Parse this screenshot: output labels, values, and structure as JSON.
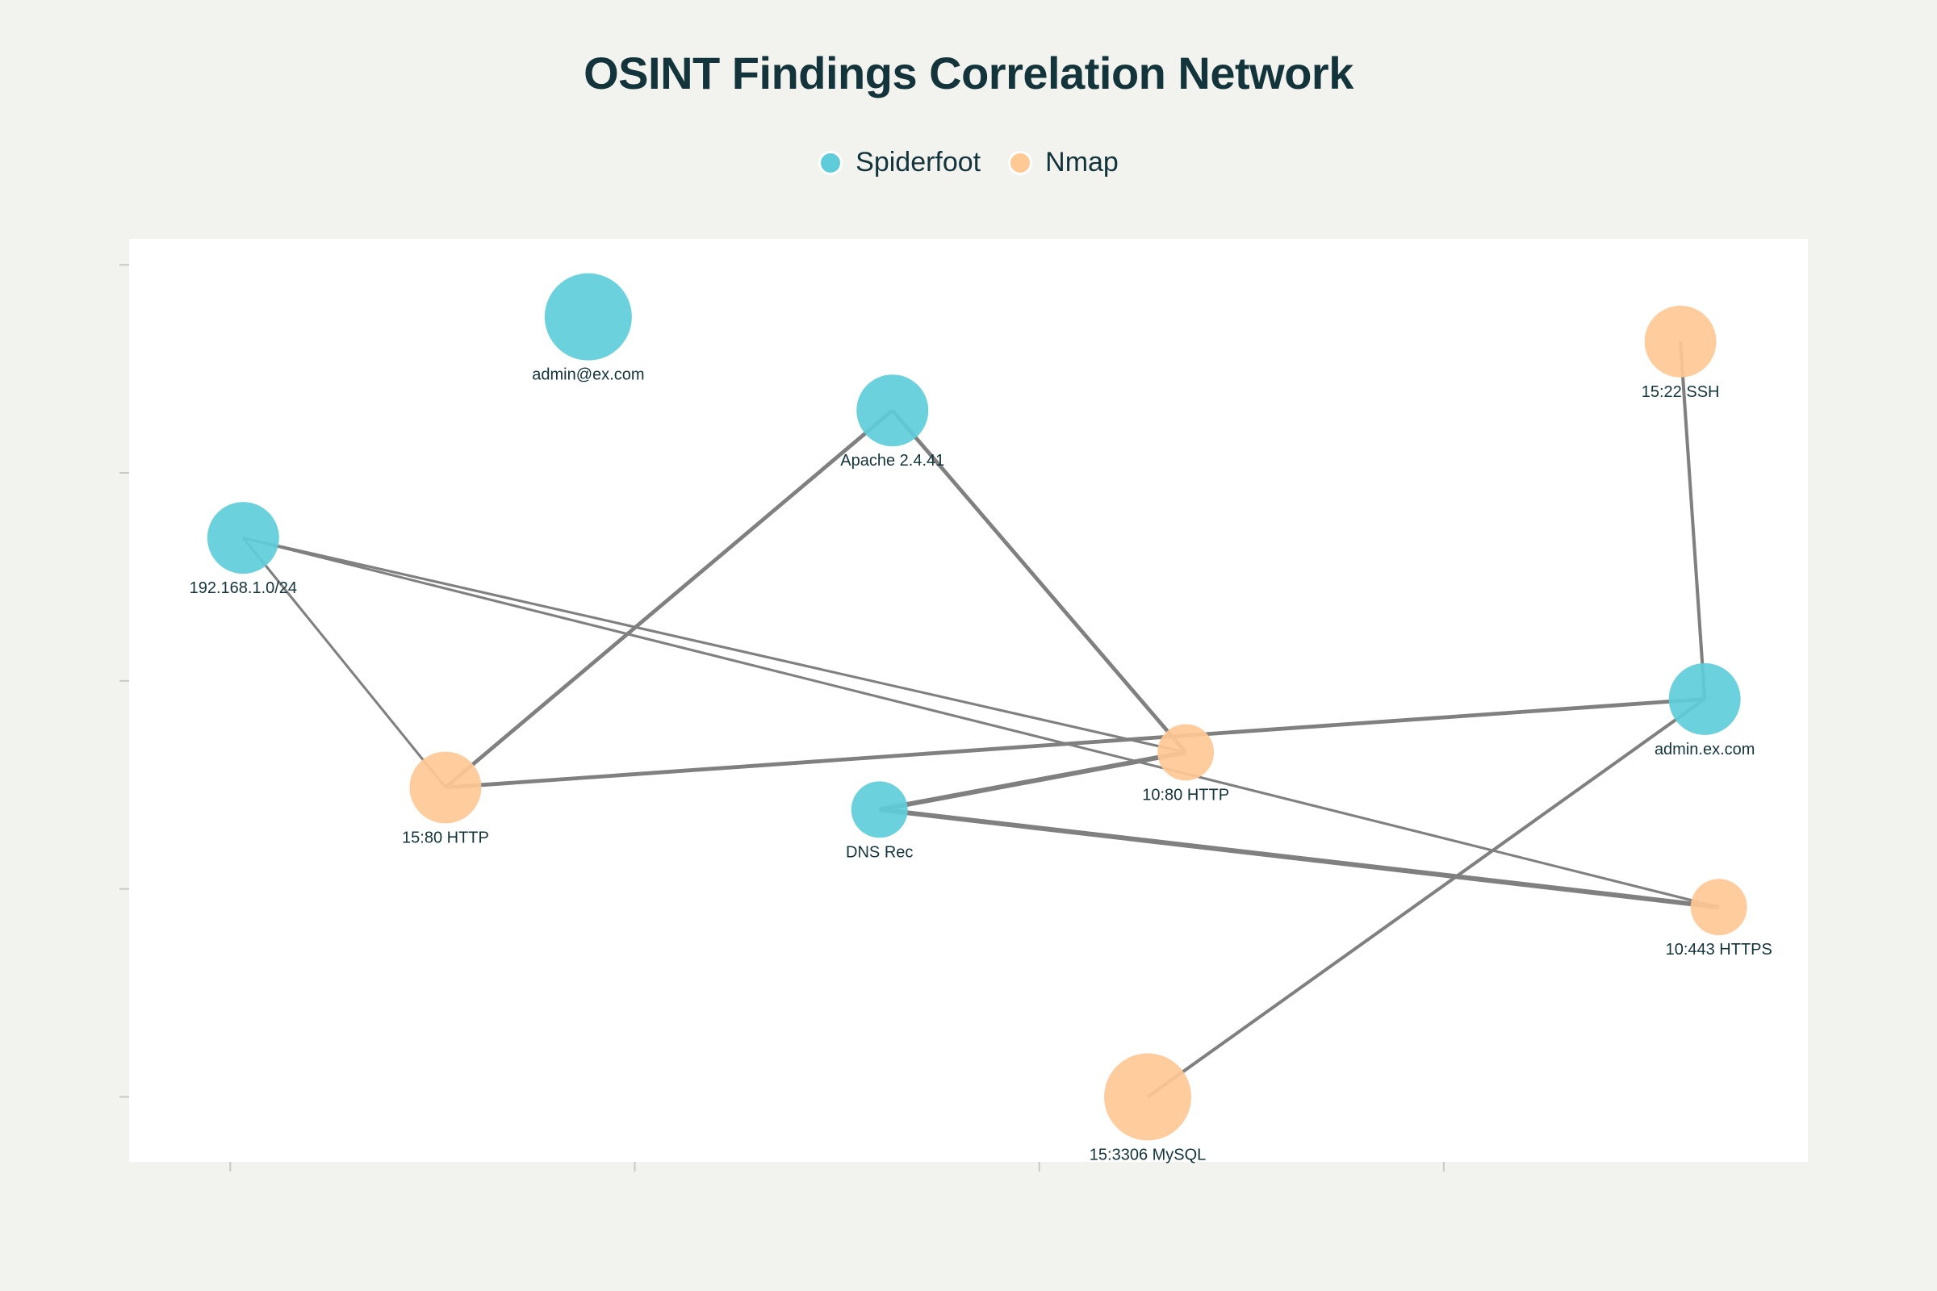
{
  "title": "OSINT Findings Correlation Network",
  "legend": [
    {
      "name": "Spiderfoot",
      "color": "#5ecdd9"
    },
    {
      "name": "Nmap",
      "color": "#ffc995"
    }
  ],
  "colors": {
    "background": "#f2f2ee",
    "plot_background": "#ffffff",
    "edge": "#808080",
    "text": "#13343b"
  },
  "graph": {
    "nodes": [
      {
        "id": "admin_email",
        "label": "admin@ex.com",
        "source": "Spiderfoot",
        "size": 1.0,
        "x": 0.085,
        "y": 5.6
      },
      {
        "id": "apache",
        "label": "Apache 2.4.41",
        "source": "Spiderfoot",
        "size": 0.72,
        "x": 0.837,
        "y": 4.88
      },
      {
        "id": "ssh22",
        "label": "15:22 SSH",
        "source": "Nmap",
        "size": 0.72,
        "x": 2.785,
        "y": 5.41
      },
      {
        "id": "subnet",
        "label": "192.168.1.0/24",
        "source": "Spiderfoot",
        "size": 0.72,
        "x": -0.768,
        "y": 3.9
      },
      {
        "id": "admin_host",
        "label": "admin.ex.com",
        "source": "Spiderfoot",
        "size": 0.72,
        "x": 2.845,
        "y": 2.66
      },
      {
        "id": "http80_10",
        "label": "10:80 HTTP",
        "source": "Nmap",
        "size": 0.44,
        "x": 1.562,
        "y": 2.25
      },
      {
        "id": "http80_15",
        "label": "15:80 HTTP",
        "source": "Nmap",
        "size": 0.72,
        "x": -0.268,
        "y": 1.98
      },
      {
        "id": "dns",
        "label": "DNS Rec",
        "source": "Spiderfoot",
        "size": 0.44,
        "x": 0.805,
        "y": 1.81
      },
      {
        "id": "https443",
        "label": "10:443 HTTPS",
        "source": "Nmap",
        "size": 0.44,
        "x": 2.88,
        "y": 1.06
      },
      {
        "id": "mysql",
        "label": "15:3306 MySQL",
        "source": "Nmap",
        "size": 1.0,
        "x": 1.468,
        "y": -0.4
      }
    ],
    "edges": [
      {
        "from": "subnet",
        "to": "http80_15",
        "weight": 1.3
      },
      {
        "from": "subnet",
        "to": "http80_10",
        "weight": 1.3
      },
      {
        "from": "subnet",
        "to": "https443",
        "weight": 1.3
      },
      {
        "from": "http80_15",
        "to": "apache",
        "weight": 2
      },
      {
        "from": "http80_15",
        "to": "admin_host",
        "weight": 2
      },
      {
        "from": "apache",
        "to": "http80_10",
        "weight": 2
      },
      {
        "from": "dns",
        "to": "http80_10",
        "weight": 2.5
      },
      {
        "from": "dns",
        "to": "https443",
        "weight": 2.5
      },
      {
        "from": "ssh22",
        "to": "admin_host",
        "weight": 1.7
      },
      {
        "from": "mysql",
        "to": "admin_host",
        "weight": 1.7
      }
    ],
    "x_range": [
      -1.05,
      3.1
    ],
    "y_range": [
      -0.9,
      6.2
    ],
    "x_ticks": [
      -0.8,
      0.2,
      1.2,
      2.2
    ],
    "y_ticks": [
      -0.4,
      1.2,
      2.8,
      4.4,
      6.0
    ],
    "grid": false
  }
}
